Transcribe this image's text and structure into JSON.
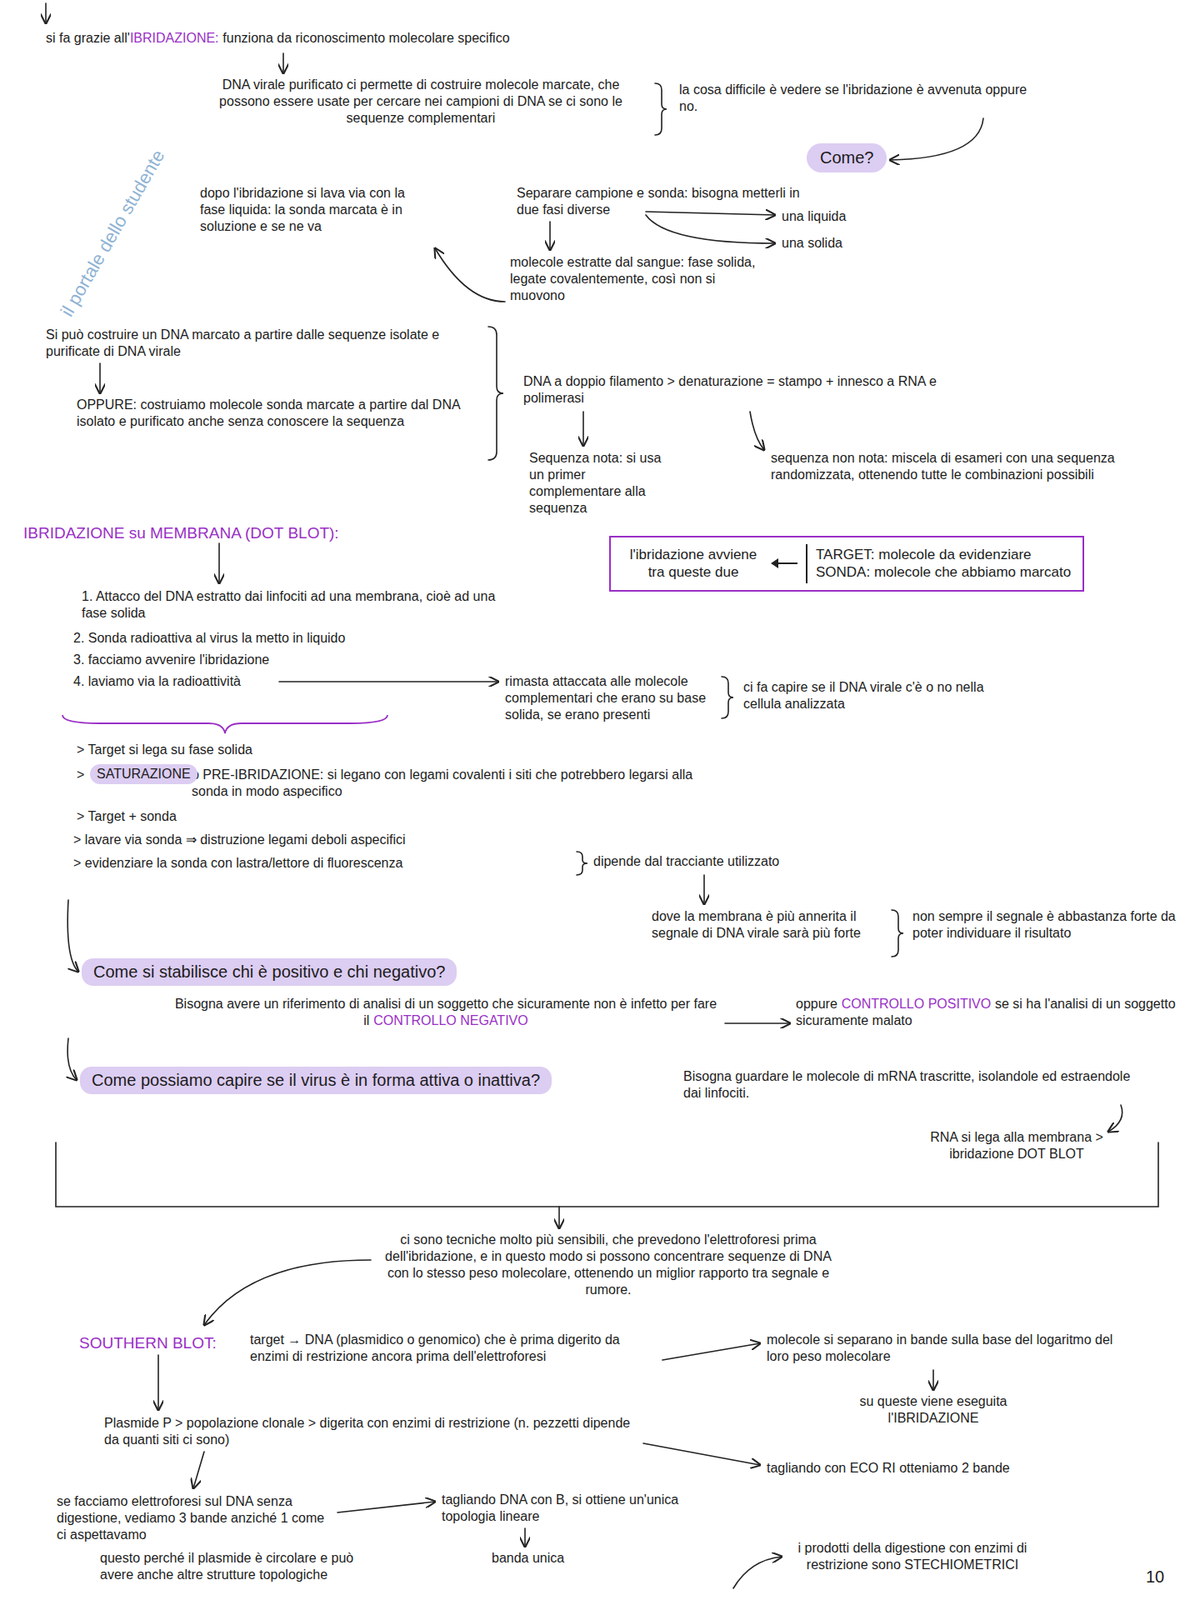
{
  "diagram": {
    "nodes": [
      {
        "text": [
          "Come?"
        ]
      },
      {
        "text": [
          "l'ibridazione avviene tra queste due",
          "TARGET: molecole da evidenziare",
          "SONDA: molecole che abbiamo marcato"
        ]
      },
      {
        "text": [
          "SATURAZIONE"
        ]
      },
      {
        "text": [
          "Come si stabilisce chi è positivo e chi negativo?"
        ]
      },
      {
        "text": [
          "Come possiamo capire se il virus è in forma attiva o inattiva?"
        ]
      }
    ],
    "labels": [
      "si fa grazie all'",
      "IBRIDAZIONE:",
      "funziona da riconoscimento molecolare specifico",
      "DNA virale purificato ci permette di costruire molecole marcate, che possono essere usate per cercare nei campioni di DNA se ci sono le sequenze complementari",
      "la cosa difficile è vedere se l'ibridazione è avvenuta oppure no.",
      "dopo l'ibridazione si lava via con la fase liquida: la sonda marcata è in soluzione e se ne va",
      "Separare campione e sonda: bisogna metterli in due fasi diverse",
      "una liquida",
      "una solida",
      "molecole estratte dal sangue: fase solida, legate covalentemente, così non si muovono",
      "Si può costruire un DNA marcato a partire dalle sequenze isolate e purificate di DNA virale",
      "OPPURE: costruiamo molecole sonda marcate a partire dal DNA isolato e purificato anche senza conoscere la sequenza",
      "DNA a doppio filamento > denaturazione = stampo + innesco a RNA e polimerasi",
      "Sequenza nota: si usa un primer complementare alla sequenza",
      "sequenza non nota: miscela di esameri con una sequenza randomizzata, ottenendo tutte le combinazioni possibili",
      "IBRIDAZIONE su MEMBRANA (DOT BLOT):",
      "1. Attacco del DNA estratto dai linfociti ad una membrana, cioè ad una fase solida",
      "2. Sonda radioattiva al virus la metto in liquido",
      "3. facciamo avvenire l'ibridazione",
      "4. laviamo via la radioattività",
      "rimasta attaccata alle molecole complementari che erano su base solida, se erano presenti",
      "ci fa capire se il DNA virale c'è o no nella cellula analizzata",
      "> Target si lega su fase solida",
      ">",
      "o PRE-IBRIDAZIONE: si legano con legami covalenti i siti che potrebbero legarsi alla sonda in modo aspecifico",
      "> Target + sonda",
      "> lavare via sonda ⇒ distruzione legami deboli aspecifici",
      "> evidenziare la sonda con lastra/lettore di fluorescenza",
      "dipende dal tracciante utilizzato",
      "dove la membrana è più annerita il segnale di DNA virale sarà più forte",
      "non sempre il segnale è abbastanza forte da poter individuare il risultato",
      "Bisogna avere un riferimento di analisi di un soggetto che sicuramente non è infetto per fare il",
      "CONTROLLO NEGATIVO",
      "oppure",
      "CONTROLLO POSITIVO",
      "se si ha l'analisi di un soggetto sicuramente malato",
      "Bisogna guardare le molecole di mRNA trascritte, isolandole ed estraendole dai linfociti.",
      "RNA si lega alla membrana > ibridazione DOT BLOT",
      "ci sono tecniche molto più sensibili, che prevedono l'elettroforesi prima dell'ibridazione, e in questo modo si possono concentrare sequenze di DNA con lo stesso peso molecolare, ottenendo un miglior rapporto tra segnale e rumore.",
      "SOUTHERN BLOT:",
      "target → DNA (plasmidico o genomico) che è prima digerito da enzimi di restrizione ancora prima dell'elettroforesi",
      "molecole si separano in bande sulla base del logaritmo del loro peso molecolare",
      "su queste viene eseguita l'IBRIDAZIONE",
      "Plasmide P > popolazione clonale > digerita con enzimi di restrizione (n. pezzetti dipende da quanti siti ci sono)",
      "tagliando con ECO RI otteniamo 2 bande",
      "se facciamo elettroforesi sul DNA senza digestione, vediamo 3 bande anziché 1 come ci aspettavamo",
      "questo perché il plasmide è circolare e può avere anche altre strutture topologiche",
      "tagliando DNA con B, si ottiene un'unica topologia lineare",
      "banda unica",
      "i prodotti della digestione con enzimi di restrizione sono STECHIOMETRICI",
      "10",
      "il portale dello studente"
    ]
  }
}
